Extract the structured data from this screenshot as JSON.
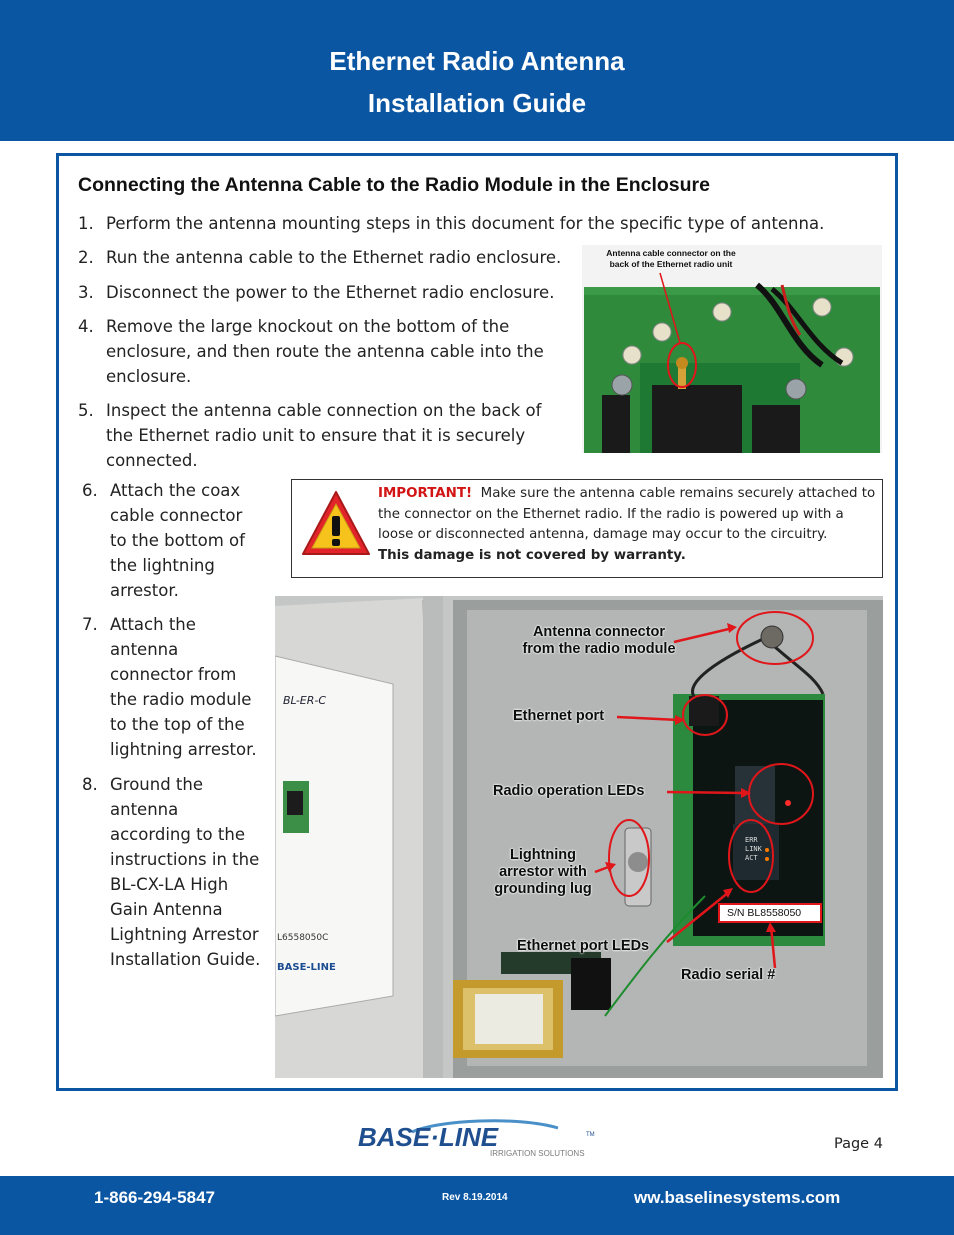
{
  "header": {
    "title_line1": "Ethernet Radio Antenna",
    "title_line2": "Installation Guide"
  },
  "section": {
    "title": "Connecting the Antenna Cable to the Radio Module in the Enclosure"
  },
  "steps": [
    {
      "num": "1.",
      "lines": [
        "Perform the antenna mounting steps in this document for the specific type of antenna."
      ]
    },
    {
      "num": "2.",
      "lines": [
        "Run the antenna cable to the Ethernet radio enclosure."
      ]
    },
    {
      "num": "3.",
      "lines": [
        "Disconnect the power to the Ethernet radio enclosure."
      ]
    },
    {
      "num": "4.",
      "lines": [
        "Remove the large knockout on the bottom of the",
        "enclosure, and then route the antenna cable into the",
        "enclosure."
      ]
    },
    {
      "num": "5.",
      "lines": [
        "Inspect the antenna cable connection on the back of",
        "the Ethernet radio unit  to ensure that it is securely",
        "connected."
      ]
    },
    {
      "num": "6.",
      "lines": [
        "Attach the coax",
        "cable connector",
        "to the bottom of",
        "the lightning",
        "arrestor."
      ]
    },
    {
      "num": "7.",
      "lines": [
        "Attach the",
        "antenna",
        "connector from",
        "the radio module",
        "to the top of the",
        "lightning arrestor."
      ]
    },
    {
      "num": "8.",
      "lines": [
        "Ground the",
        "antenna",
        "according to the",
        "instructions in the",
        "BL-CX-LA High",
        "Gain Antenna",
        "Lightning Arrestor",
        "Installation Guide."
      ]
    }
  ],
  "photo1": {
    "caption_line1": "Antenna cable connector on the",
    "caption_line2": "back of the Ethernet radio unit"
  },
  "important": {
    "label": "IMPORTANT!",
    "line1": "Make sure the antenna cable remains securely attached to",
    "line2": "the connector on the Ethernet radio. If the radio is powered up with a",
    "line3": "loose or disconnected antenna, damage may occur to the circuitry.",
    "line4": "This damage is not covered by warranty."
  },
  "photo2": {
    "ann_antenna_1": "Antenna connector",
    "ann_antenna_2": "from the radio module",
    "ann_ethernet_port": "Ethernet port",
    "ann_radio_leds": "Radio operation LEDs",
    "ann_arrestor_1": "Lightning",
    "ann_arrestor_2": "arrestor with",
    "ann_arrestor_3": "grounding lug",
    "ann_eth_leds": "Ethernet port LEDs",
    "ann_serial": "Radio serial #",
    "serial_label": "S/N  BL8558050",
    "led_labels": [
      "ERR",
      "LINK",
      "ACT"
    ],
    "doc_title": "BL-ER-C",
    "doc_serial": "L6558050C",
    "doc_brand": "BASE-LINE"
  },
  "footer": {
    "logo_text": "BASE·LINE",
    "logo_tm": "TM",
    "logo_sub": "IRRIGATION SOLUTIONS",
    "page": "Page 4",
    "phone": "1-866-294-5847",
    "rev": "Rev 8.19.2014",
    "website": "ww.baselinesystems.com"
  },
  "colors": {
    "brand_blue": "#0b56a3",
    "important_red": "#d21414",
    "annotation_red": "#e0161b"
  }
}
